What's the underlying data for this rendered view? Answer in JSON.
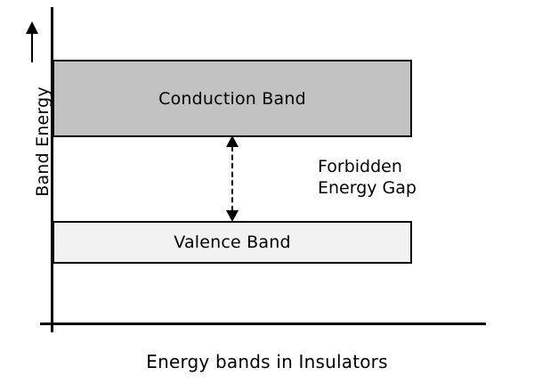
{
  "figure": {
    "caption": "Energy bands in Insulators",
    "axis_y_label": "Band Energy",
    "axis_y_arrow_icon": "up-arrow-icon",
    "background_color": "#ffffff",
    "axis_color": "#000000"
  },
  "bands": {
    "conduction": {
      "label": "Conduction Band",
      "fill_color": "#c2c2c2",
      "border_color": "#000000"
    },
    "valence": {
      "label": "Valence Band",
      "fill_color": "#f2f2f2",
      "border_color": "#000000"
    }
  },
  "gap": {
    "label_line1": "Forbidden",
    "label_line2": "Energy Gap",
    "arrow_icon": "double-headed-dashed-arrow-icon",
    "arrow_color": "#000000"
  },
  "chart_data": {
    "type": "diagram",
    "title": "Energy bands in Insulators",
    "xlabel": "",
    "ylabel": "Band Energy",
    "grid": false,
    "legend": "none",
    "annotations": [
      "Conduction Band",
      "Forbidden Energy Gap",
      "Valence Band"
    ],
    "regions": [
      {
        "name": "Conduction Band",
        "y_bottom": 0.575,
        "y_top": 0.815,
        "x_left": 0.0,
        "x_right": 1.0,
        "fill": "#c2c2c2"
      },
      {
        "name": "Forbidden Energy Gap",
        "y_bottom": 0.315,
        "y_top": 0.575,
        "x_left": 0.0,
        "x_right": 1.0,
        "fill": "#ffffff"
      },
      {
        "name": "Valence Band",
        "y_bottom": 0.185,
        "y_top": 0.315,
        "x_left": 0.0,
        "x_right": 1.0,
        "fill": "#f2f2f2"
      }
    ]
  }
}
